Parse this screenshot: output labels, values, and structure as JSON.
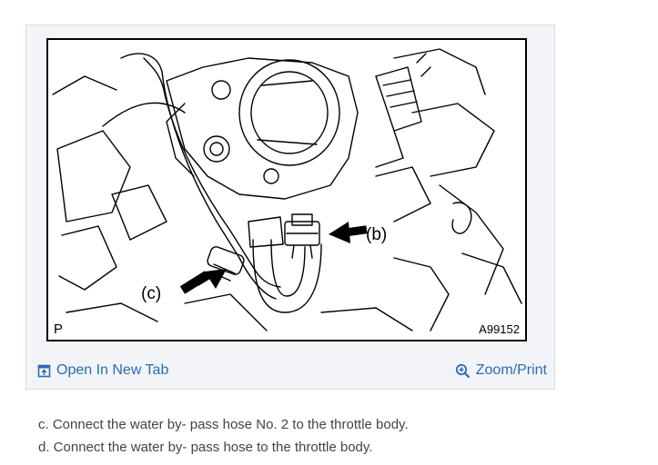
{
  "figure": {
    "corner_left": "P",
    "figure_code": "A99152",
    "callout_b": "(b)",
    "callout_c": "(c)"
  },
  "toolbar": {
    "open_tab_label": "Open In New Tab",
    "zoom_print_label": "Zoom/Print",
    "open_tab_icon": "open-in-new-tab-icon",
    "zoom_icon": "zoom-in-icon",
    "link_color": "#2a6db2"
  },
  "steps": [
    "c. Connect the water by- pass hose No. 2 to the throttle body.",
    "d. Connect the water by- pass hose to the throttle body."
  ]
}
